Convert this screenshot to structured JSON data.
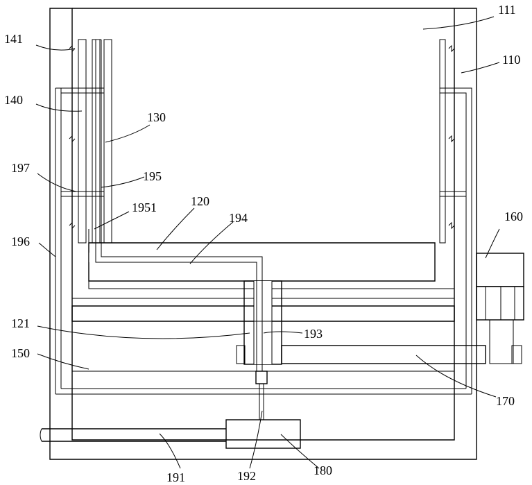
{
  "figure": {
    "labels": {
      "l111": "111",
      "l110": "110",
      "l141": "141",
      "l140": "140",
      "l130": "130",
      "l197": "197",
      "l195": "195",
      "l1951": "1951",
      "l120": "120",
      "l194": "194",
      "l196": "196",
      "l160": "160",
      "l121": "121",
      "l193": "193",
      "l150": "150",
      "l170": "170",
      "l191": "191",
      "l192": "192",
      "l180": "180"
    }
  }
}
